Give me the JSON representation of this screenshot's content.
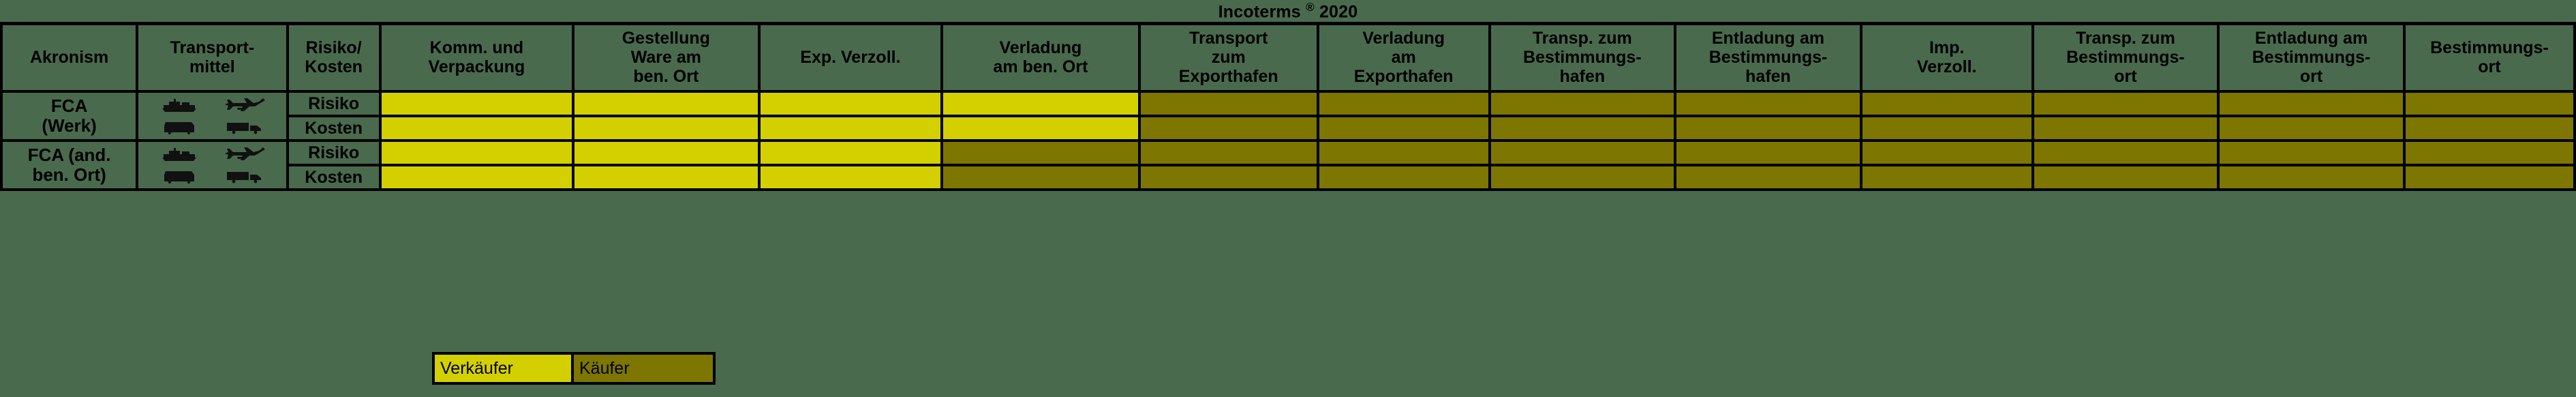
{
  "title": {
    "text": "Incoterms ",
    "reg": "®",
    "year": " 2020",
    "full": "Incoterms ® 2020"
  },
  "colors": {
    "sheet_background": "#4a6a4e",
    "seller": "#d4d000",
    "buyer": "#7d7600",
    "grid_line": "#000000",
    "mode_cell": "#ffffff"
  },
  "columns": [
    {
      "key": "acronym",
      "label": "Akronism"
    },
    {
      "key": "transport_mode",
      "label": "Transport-\nmittel",
      "line1": "Transport-",
      "line2": "mittel"
    },
    {
      "key": "risk_cost",
      "label": "Risiko/\nKosten",
      "line1": "Risiko/",
      "line2": "Kosten"
    },
    {
      "key": "packing",
      "label": "Komm. und Verpackung",
      "line1": "Komm. und",
      "line2": "Verpackung"
    },
    {
      "key": "provision",
      "label": "Gestellung Ware am ben. Ort",
      "line1": "Gestellung",
      "line2": "Ware am",
      "line3": "ben. Ort"
    },
    {
      "key": "export_customs",
      "label": "Exp. Verzoll."
    },
    {
      "key": "loading_named",
      "label": "Verladung am ben. Ort",
      "line1": "Verladung",
      "line2": "am ben. Ort"
    },
    {
      "key": "transport_exp",
      "label": "Transport zum Exporthafen",
      "line1": "Transport",
      "line2": "zum",
      "line3": "Exporthafen"
    },
    {
      "key": "loading_exp",
      "label": "Verladung am Exporthafen",
      "line1": "Verladung",
      "line2": "am",
      "line3": "Exporthafen"
    },
    {
      "key": "transport_dest",
      "label": "Transp. zum Bestimmungshafen",
      "line1": "Transp. zum",
      "line2": "Bestimmungs-",
      "line3": "hafen"
    },
    {
      "key": "unloading_dest",
      "label": "Entladung am Bestimmungshafen",
      "line1": "Entladung am",
      "line2": "Bestimmungs-",
      "line3": "hafen"
    },
    {
      "key": "import_customs",
      "label": "Imp. Verzoll.",
      "line1": "Imp.",
      "line2": "Verzoll."
    },
    {
      "key": "transport_place",
      "label": "Transp. zum Bestimmungsort",
      "line1": "Transp. zum",
      "line2": "Bestimmungs-",
      "line3": "ort"
    },
    {
      "key": "unloading_place",
      "label": "Entladung am Bestimmungsort",
      "line1": "Entladung am",
      "line2": "Bestimmungs-",
      "line3": "ort"
    },
    {
      "key": "destination",
      "label": "Bestimmungsort",
      "line1": "Bestimmungs-",
      "line2": "ort"
    }
  ],
  "incoterms": [
    {
      "acronym": "FCA\n(Werk)",
      "acr_line1": "FCA",
      "acr_line2": "(Werk)",
      "modes": [
        "ship-icon",
        "plane-icon",
        "train-icon",
        "truck-icon"
      ],
      "rows": [
        {
          "label": "Risiko",
          "cells": [
            "seller",
            "seller",
            "seller",
            "seller",
            "buyer",
            "buyer",
            "buyer",
            "buyer",
            "buyer",
            "buyer",
            "buyer",
            "buyer"
          ]
        },
        {
          "label": "Kosten",
          "cells": [
            "seller",
            "seller",
            "seller",
            "seller",
            "buyer",
            "buyer",
            "buyer",
            "buyer",
            "buyer",
            "buyer",
            "buyer",
            "buyer"
          ]
        }
      ]
    },
    {
      "acronym": "FCA (and. ben. Ort)",
      "acr_line1": "FCA (and.",
      "acr_line2": "ben. Ort)",
      "modes": [
        "ship-icon",
        "plane-icon",
        "train-icon",
        "truck-icon"
      ],
      "rows": [
        {
          "label": "Risiko",
          "cells": [
            "seller",
            "seller",
            "seller",
            "buyer",
            "buyer",
            "buyer",
            "buyer",
            "buyer",
            "buyer",
            "buyer",
            "buyer",
            "buyer"
          ]
        },
        {
          "label": "Kosten",
          "cells": [
            "seller",
            "seller",
            "seller",
            "buyer",
            "buyer",
            "buyer",
            "buyer",
            "buyer",
            "buyer",
            "buyer",
            "buyer",
            "buyer"
          ]
        }
      ]
    }
  ],
  "legend": [
    {
      "key": "seller",
      "label": "Verkäufer",
      "color": "#d4d000"
    },
    {
      "key": "buyer",
      "label": "Käufer",
      "color": "#7d7600"
    }
  ]
}
